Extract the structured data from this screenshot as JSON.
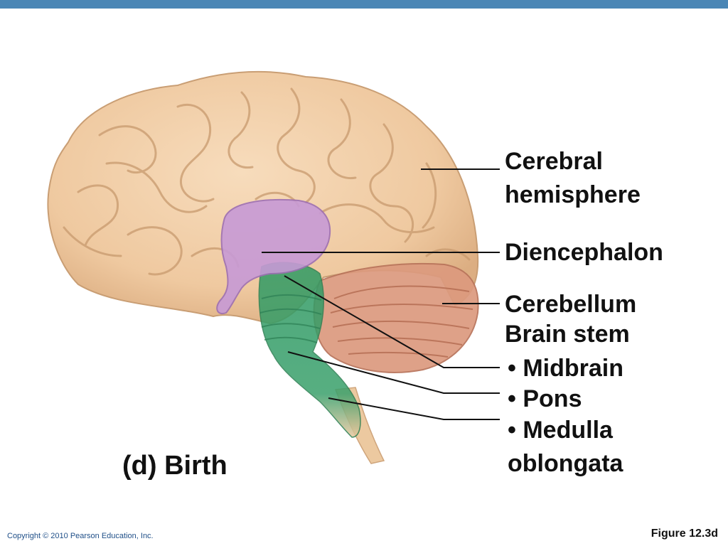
{
  "labels": {
    "cerebral_line1": "Cerebral",
    "cerebral_line2": "hemisphere",
    "diencephalon": "Diencephalon",
    "cerebellum": "Cerebellum",
    "brain_stem": "Brain stem",
    "midbrain": "• Midbrain",
    "pons": "• Pons",
    "medulla_line1": "• Medulla",
    "medulla_line2": "oblongata"
  },
  "caption": "(d) Birth",
  "footer": {
    "copyright": "Copyright © 2010 Pearson Education, Inc.",
    "figure": "Figure 12.3d"
  },
  "colors": {
    "topbar": "#4a86b5",
    "cerebrum": "#f0cfa8",
    "diencephalon": "#c79ad6",
    "cerebellum": "#dc9a7e",
    "brain_stem": "#3f9e6c",
    "spinal_cord": "#ecc9a0"
  }
}
